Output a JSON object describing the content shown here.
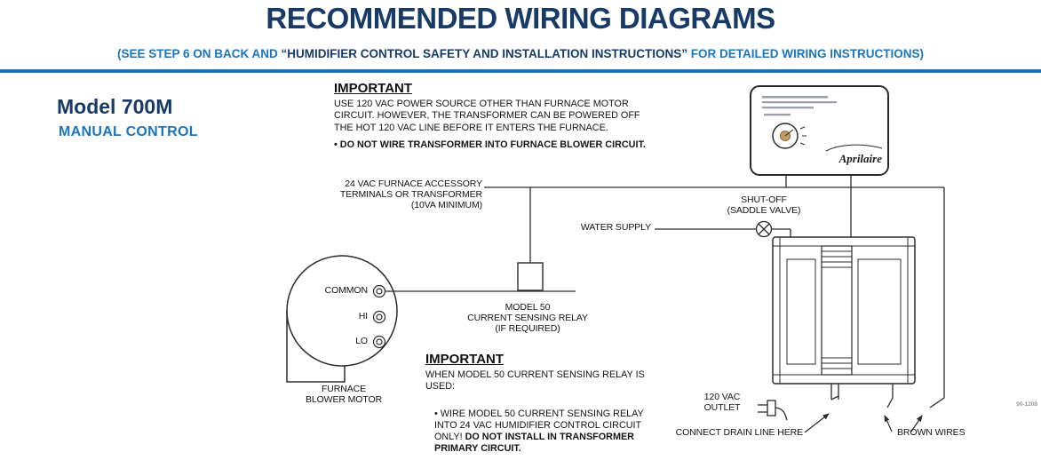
{
  "header": {
    "title": "RECOMMENDED WIRING DIAGRAMS",
    "subtitle_pre": "(SEE STEP 6 ON BACK AND ",
    "subtitle_strong": "“HUMIDIFIER CONTROL SAFETY AND INSTALLATION INSTRUCTIONS”",
    "subtitle_post": " FOR DETAILED WIRING INSTRUCTIONS)"
  },
  "model": {
    "name": "Model 700M",
    "subtitle": "MANUAL CONTROL"
  },
  "important_power": {
    "title": "IMPORTANT",
    "body": "USE 120 VAC POWER SOURCE OTHER THAN FURNACE MOTOR\nCIRCUIT. HOWEVER, THE TRANSFORMER CAN BE POWERED OFF\nTHE HOT 120 VAC LINE BEFORE IT ENTERS THE FURNACE.",
    "bullet": "• DO NOT WIRE TRANSFORMER INTO FURNACE BLOWER CIRCUIT."
  },
  "important_relay": {
    "title": "IMPORTANT",
    "intro": "WHEN MODEL 50 CURRENT SENSING RELAY IS USED:",
    "bullet_start": "• WIRE MODEL 50 CURRENT SENSING RELAY\nINTO 24 VAC HUMIDIFIER CONTROL CIRCUIT\nONLY! ",
    "bullet_bold": "DO NOT INSTALL IN TRANSFORMER\nPRIMARY CIRCUIT."
  },
  "labels": {
    "transformer": "24 VAC FURNACE ACCESSORY\nTERMINALS OR TRANSFORMER\n(10VA MINIMUM)",
    "water_supply": "WATER SUPPLY",
    "shutoff": "SHUT-OFF\n(SADDLE VALVE)",
    "relay": "MODEL 50\nCURRENT SENSING RELAY\n(IF REQUIRED)",
    "common": "COMMON",
    "hi": "HI",
    "lo": "LO",
    "blower": "FURNACE\nBLOWER MOTOR",
    "outlet": "120 VAC\nOUTLET",
    "drain": "CONNECT DRAIN LINE HERE",
    "brown_wires": "BROWN WIRES",
    "doc_number": "90-1208",
    "brand": "Aprilaire"
  },
  "colors": {
    "navy": "#173a66",
    "teal": "#1c75bc",
    "diagram_line": "#2b2b2b",
    "dial_knob": "#c89a63"
  }
}
